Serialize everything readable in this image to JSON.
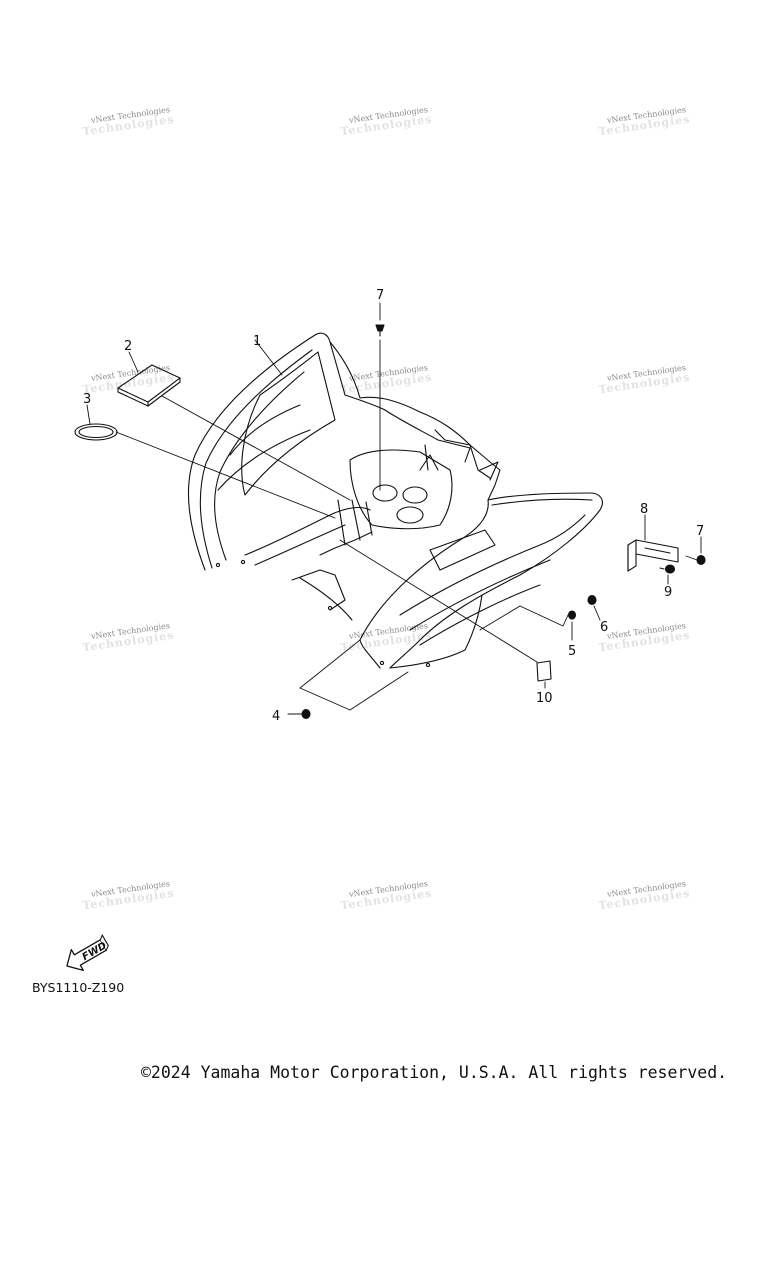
{
  "watermark": {
    "text": "vNext Technologies"
  },
  "callouts": {
    "c1": "1",
    "c2": "2",
    "c3": "3",
    "c4": "4",
    "c5": "5",
    "c6": "6",
    "c7a": "7",
    "c7b": "7",
    "c8": "8",
    "c9": "9",
    "c10": "10"
  },
  "fwd_label": "FWD",
  "diagram_code": "BYS1110-Z190",
  "copyright": "©2024 Yamaha Motor Corporation, U.S.A. All rights reserved."
}
